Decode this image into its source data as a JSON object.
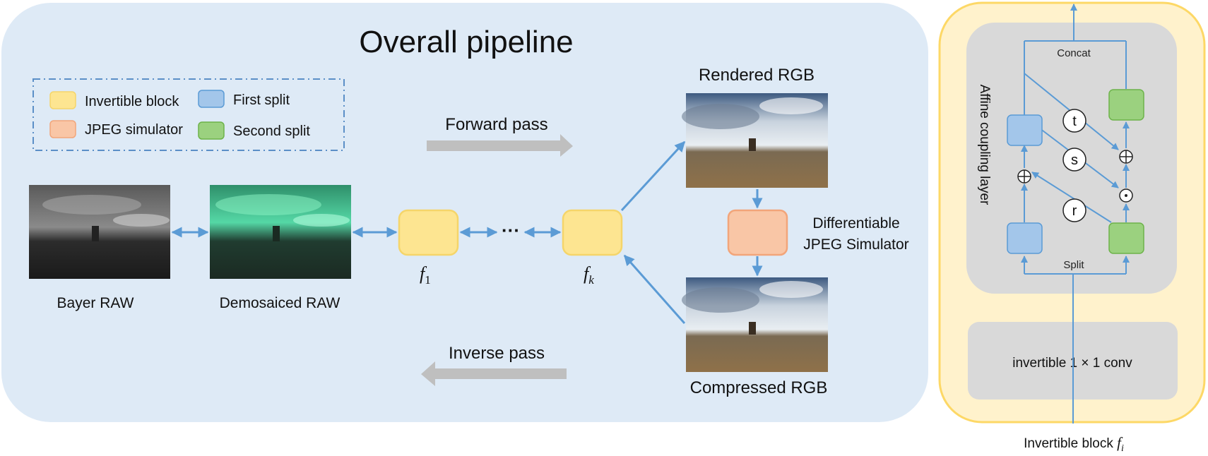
{
  "pipeline": {
    "title": "Overall pipeline",
    "legend": [
      {
        "label": "Invertible block",
        "color": "#fde591",
        "border": "#f5d56a"
      },
      {
        "label": "First split",
        "color": "#a3c6ea",
        "border": "#5b9bd5"
      },
      {
        "label": "JPEG simulator",
        "color": "#f9c6a6",
        "border": "#f2a57a"
      },
      {
        "label": "Second split",
        "color": "#9bd17f",
        "border": "#6db34a"
      }
    ],
    "forward_pass": "Forward pass",
    "inverse_pass": "Inverse pass",
    "ellipsis": "···",
    "images": {
      "bayer_raw": "Bayer RAW",
      "demosaiced_raw": "Demosaiced RAW",
      "rendered_rgb": "Rendered RGB",
      "compressed_rgb": "Compressed RGB"
    },
    "blocks": {
      "f1_label": "f",
      "f1_sub": "1",
      "fk_label": "f",
      "fk_sub": "k"
    },
    "jpeg_simulator": {
      "line1": "Differentiable",
      "line2": "JPEG Simulator"
    }
  },
  "invertible_block": {
    "caption": "Invertible block",
    "caption_var": "f",
    "caption_sub": "i",
    "coupling_layer": "Affine coupling layer",
    "concat": "Concat",
    "split": "Split",
    "ops": {
      "t": "t",
      "s": "s",
      "r": "r"
    },
    "conv": "invertible 1 × 1 conv"
  },
  "colors": {
    "panel_bg": "#deeaf6",
    "arrow_blue": "#5b9bd5",
    "gray_arrow": "#bfbfbf",
    "outer_yellow": "#fff2cc",
    "outer_yellow_border": "#fdd866",
    "inner_gray": "#d9d9d9"
  }
}
